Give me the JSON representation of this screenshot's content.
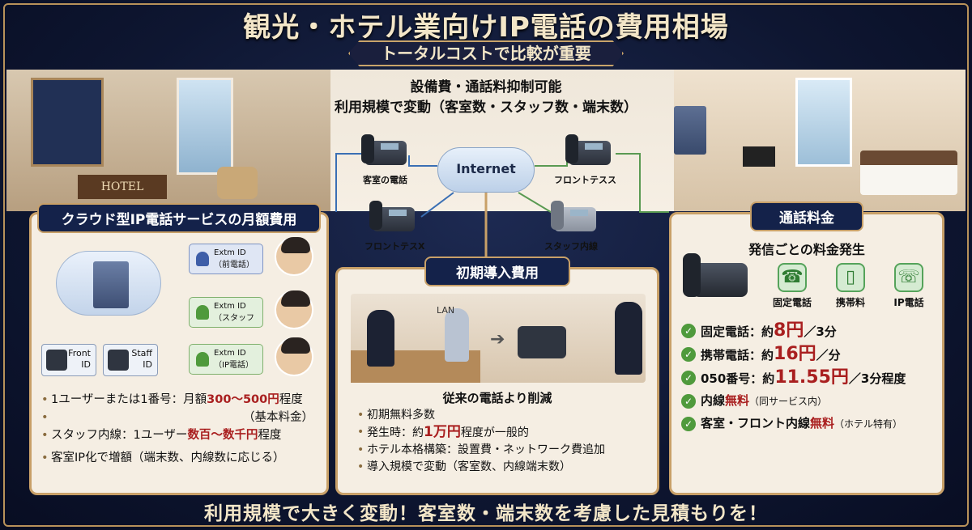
{
  "header": {
    "title": "観光・ホテル業向けIP電話の費用相場",
    "subtitle": "トータルコストで比較が重要"
  },
  "scene": {
    "hotel_sign": "HOTEL"
  },
  "center": {
    "line1": "設備費・通話料抑制可能",
    "line2": "利用規模で変動（客室数・スタッフ数・端末数）",
    "cloud_label": "Internet",
    "phones": [
      "客室の電話",
      "フロントテスス",
      "フロントテスX",
      "スタッフ内線"
    ]
  },
  "left_panel": {
    "heading": "クラウド型IP電話サービスの月額費用",
    "ids": [
      {
        "line1": "Extm ID",
        "line2": "（前電話）"
      },
      {
        "line1": "Extm ID",
        "line2": "（スタッフ"
      },
      {
        "line1": "Extm ID",
        "line2": "（IP電話）"
      }
    ],
    "front_box": {
      "line1": "Front",
      "line2": "ID"
    },
    "staff_box": {
      "line1": "Staff",
      "line2": "ID"
    },
    "lines": {
      "l1_pre": "1ユーザーまたは1番号：月額",
      "l1_red": "300〜500円",
      "l1_post": "程度",
      "l1_sub": "（基本料金）",
      "l2_pre": "スタッフ内線：1ユーザー",
      "l2_red": "数百〜数千円",
      "l2_post": "程度",
      "l3": "客室IP化で増額（端末数、内線数に応じる）"
    }
  },
  "mid_panel": {
    "heading": "初期導入費用",
    "lan_label": "LAN",
    "title": "従来の電話より削減",
    "l1": "初期無料多数",
    "l2_pre": "発生時：約",
    "l2_red": "1万円",
    "l2_post": "程度が一般的",
    "l3": "ホテル本格構築：設置費・ネットワーク費追加",
    "l4": "導入規模で変動（客室数、内線端末数）"
  },
  "right_panel": {
    "heading": "通話料金",
    "subheading": "発信ごとの料金発生",
    "icons": [
      {
        "name": "fixed-phone-icon",
        "glyph": "☎",
        "label": "固定電話"
      },
      {
        "name": "mobile-phone-icon",
        "glyph": "▯",
        "label": "携帯料"
      },
      {
        "name": "ip-phone-icon",
        "glyph": "☏",
        "label": "IP電話"
      }
    ],
    "rates": {
      "r1_pre": "固定電話：約",
      "r1_red": "8円",
      "r1_post": "／3分",
      "r2_pre": "携帯電話：約",
      "r2_red": "16円",
      "r2_post": "／分",
      "r3_pre": "050番号：約",
      "r3_red": "11.55円",
      "r3_post": "／3分程度",
      "r4_pre": "内線",
      "r4_red": "無料",
      "r4_post": "（同サービス内）",
      "r5_pre": "客室・フロント内線",
      "r5_red": "無料",
      "r5_post": "（ホテル特有）"
    }
  },
  "footer": {
    "text": "利用規模で大きく変動！客室数・端末数を考慮した見積もりを！"
  },
  "colors": {
    "navy": "#14224a",
    "gold": "#c8a068",
    "red_accent": "#a91f1f",
    "green_accent": "#4f9a3c"
  }
}
